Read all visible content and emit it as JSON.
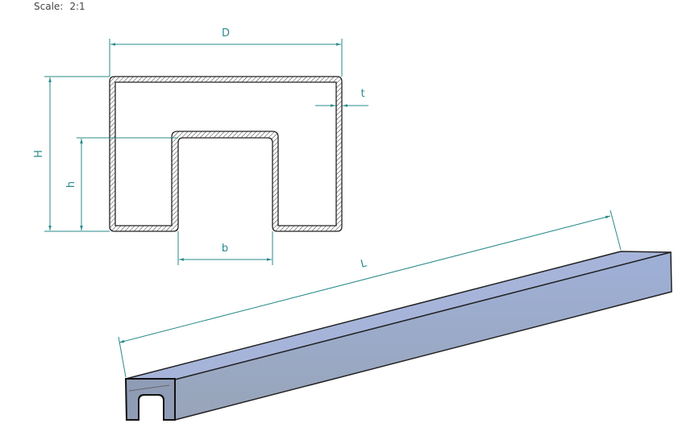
{
  "scale": {
    "label": "Scale:",
    "value": "2:1"
  },
  "dimensions": {
    "D": "D",
    "H": "H",
    "h": "h",
    "b": "b",
    "t": "t",
    "L": "L"
  },
  "colors": {
    "dimension": "#2a8a8a",
    "outline": "#222222",
    "body": "#9aa8c2",
    "top": "#a3b1d6"
  }
}
